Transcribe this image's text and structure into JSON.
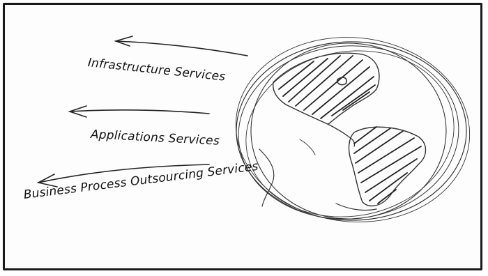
{
  "labels": {
    "infrastructure": "Infrastructure Services",
    "applications": "Applications Services",
    "bpo": "Business Process Outsourcing Services"
  },
  "colors": {
    "ink": "#111111",
    "pencil": "#555555",
    "paper": "#fdfdfd"
  },
  "icons": {
    "globe": "globe-icon",
    "arrows": "left-arrow-icon"
  }
}
